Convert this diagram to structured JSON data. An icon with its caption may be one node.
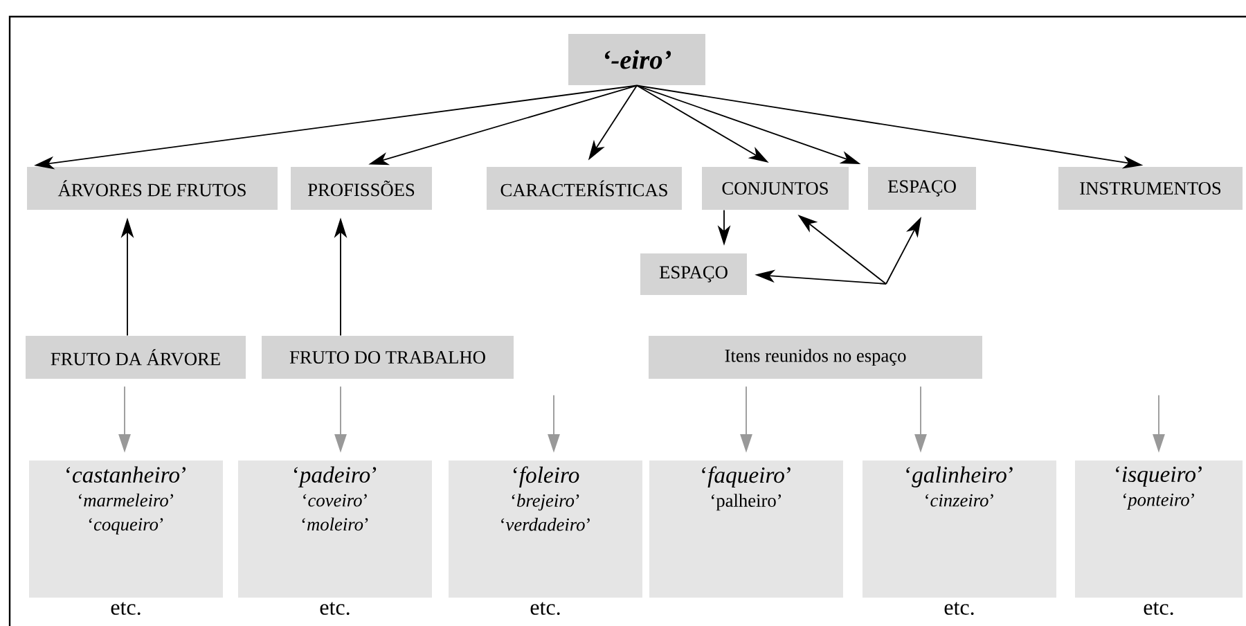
{
  "diagram": {
    "nodes": [
      {
        "text": [
          "‘-eiro’"
        ]
      },
      {
        "text": [
          "ÁRVORES DE FRUTOS"
        ]
      },
      {
        "text": [
          "PROFISSÕES"
        ]
      },
      {
        "text": [
          "CARACTERÍSTICAS"
        ]
      },
      {
        "text": [
          "CONJUNTOS"
        ]
      },
      {
        "text": [
          "ESPAÇO"
        ]
      },
      {
        "text": [
          "INSTRUMENTOS"
        ]
      },
      {
        "text": [
          "ESPAÇO"
        ]
      },
      {
        "text": [
          "FRUTO DA ÁRVORE"
        ]
      },
      {
        "text": [
          "FRUTO DO TRABALHO"
        ]
      },
      {
        "text": [
          "Itens reunidos no espaço"
        ]
      },
      {
        "text": [
          "‘*castanheiro*’",
          "‘*marmeleiro*’",
          "‘*coqueiro*’"
        ],
        "beside": [
          "etc."
        ]
      },
      {
        "text": [
          "‘*padeiro*’",
          "‘*coveiro*’",
          "‘*moleiro*’"
        ],
        "beside": [
          "etc."
        ]
      },
      {
        "text": [
          "‘*foleiro*",
          "‘*brejeiro*’",
          "‘*verdadeiro*’"
        ],
        "beside": [
          "etc."
        ]
      },
      {
        "text": [
          "‘*faqueiro*’",
          "‘palheiro’"
        ]
      },
      {
        "text": [
          "‘*galinheiro*’",
          "‘*cinzeiro*’"
        ],
        "beside": [
          "etc."
        ]
      },
      {
        "text": [
          "‘*isqueiro*’",
          "‘*ponteiro*’"
        ],
        "beside": [
          "etc."
        ]
      }
    ],
    "edges": [
      {
        "from": 0,
        "to": 1,
        "arrow": "to"
      },
      {
        "from": 0,
        "to": 2,
        "arrow": "to"
      },
      {
        "from": 0,
        "to": 3,
        "arrow": "to"
      },
      {
        "from": 0,
        "to": 4,
        "arrow": "to"
      },
      {
        "from": 0,
        "to": 5,
        "arrow": "to"
      },
      {
        "from": 0,
        "to": 6,
        "arrow": "to"
      },
      {
        "from": 4,
        "to": 7,
        "arrow": "to"
      },
      {
        "from": null,
        "to": 4,
        "arrow": "to"
      },
      {
        "from": null,
        "to": 5,
        "arrow": "to"
      },
      {
        "from": null,
        "to": 7,
        "arrow": "to"
      },
      {
        "from": 8,
        "to": 1,
        "arrow": "to"
      },
      {
        "from": 9,
        "to": 2,
        "arrow": "to"
      },
      {
        "from": 8,
        "to": 11,
        "arrow": "to",
        "color": "#999999"
      },
      {
        "from": 9,
        "to": 12,
        "arrow": "to",
        "color": "#999999"
      },
      {
        "from": null,
        "to": 13,
        "arrow": "to",
        "color": "#999999"
      },
      {
        "from": 10,
        "to": 14,
        "arrow": "to",
        "color": "#999999"
      },
      {
        "from": 10,
        "to": 15,
        "arrow": "to",
        "color": "#999999"
      },
      {
        "from": null,
        "to": 16,
        "arrow": "to",
        "color": "#999999"
      }
    ]
  }
}
